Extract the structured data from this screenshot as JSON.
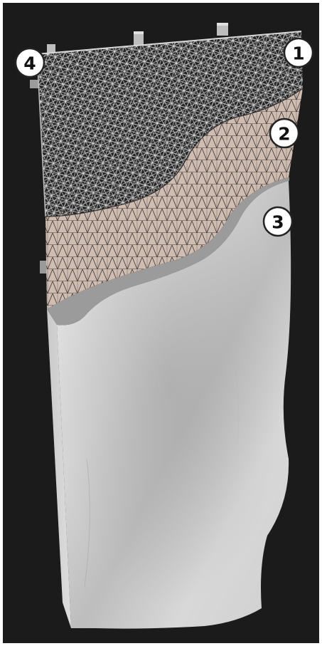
{
  "figure": {
    "background": "#1b1b1b",
    "callouts": [
      {
        "label": "4",
        "name": "callout-4"
      },
      {
        "label": "1",
        "name": "callout-1"
      },
      {
        "label": "2",
        "name": "callout-2"
      },
      {
        "label": "3",
        "name": "callout-3"
      }
    ],
    "colors": {
      "mesh_lines": "#eeeeee",
      "skin_fill": "#c7b2a6",
      "skin_lines": "#2e2522",
      "concrete_fill": "#dedede",
      "concrete_shadow": "#a7a7a7",
      "concrete_edge": "#9b9b9b"
    }
  }
}
